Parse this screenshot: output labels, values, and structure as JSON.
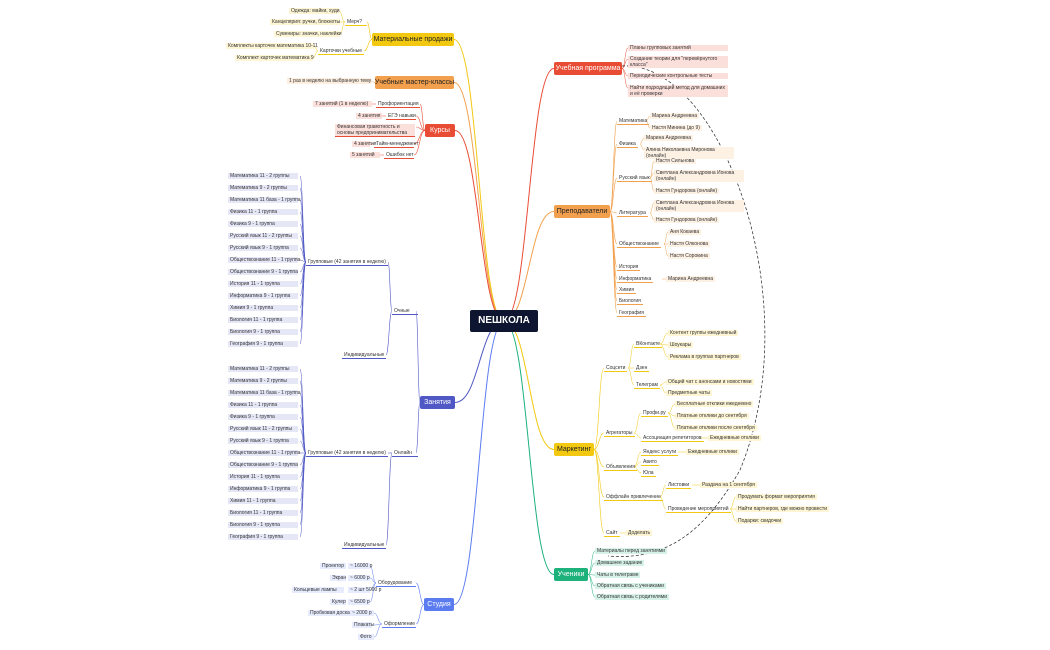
{
  "root": {
    "label": "NEШКОЛА"
  },
  "colors": {
    "root": "#0d1530",
    "materials": "#f2c811",
    "masterclass": "#f2a04d",
    "courses": "#e94c35",
    "classes": "#4f58c4",
    "studio": "#5a7cf0",
    "program": "#e94c35",
    "teachers": "#f2a04d",
    "marketing": "#f2c811",
    "students": "#1db17c"
  },
  "branches": {
    "materials": {
      "label": "Материальные продажи",
      "merch": {
        "label": "Мерч?",
        "items": [
          "Одежда: майки, худи",
          "Канцелярия: ручки, блокноты",
          "Сувениры: значки, наклейки"
        ]
      },
      "cards": {
        "label": "Карточки учебные",
        "items": [
          "Комплекты карточек математика 10-11",
          "Комплект карточек математика 9"
        ]
      }
    },
    "masterclass": {
      "label": "Учебные мастер-классы",
      "note": "1 раз в неделю на выбранную тему"
    },
    "courses": {
      "label": "Курсы",
      "items": [
        {
          "label": "Профориентация",
          "note": "7 занятий (1 в неделю)"
        },
        {
          "label": "ЕГЭ навыки",
          "note": "4 занятия"
        },
        {
          "label": "Финансовая грамотность и основы предпринимательства",
          "note": ""
        },
        {
          "label": "Тайм-менеджмент",
          "note": "4 занятия"
        },
        {
          "label": "Ошибок нет",
          "note": "5 занятий"
        }
      ]
    },
    "classes": {
      "label": "Занятия",
      "offline": {
        "label": "Очные",
        "group_label": "Групповые (42 занятия в неделю)",
        "groups": [
          "Математика 11 - 2 группы",
          "Математика 9 - 2 группы",
          "Математика 11 база - 1 группа",
          "Физика 11 - 1 группа",
          "Физика 9 - 1 группа",
          "Русский язык 11 - 2 группы",
          "Русский язык 9 - 1 группа",
          "Обществознание 11 - 1 группа",
          "Обществознание 9 - 1 группа",
          "История 11 - 1 группа",
          "Информатика 9 - 1 группа",
          "Химия 9 - 1 группа",
          "Биология 11 - 1 группа",
          "Биология 9 - 1 группа",
          "География 9 - 1 группа"
        ],
        "individual": "Индивидуальные"
      },
      "online": {
        "label": "Онлайн",
        "group_label": "Групповые (42 занятия в неделю)",
        "groups": [
          "Математика 11 - 2 группы",
          "Математика 9 - 2 группы",
          "Математика 11 база - 1 группа",
          "Физика 11 - 1 группа",
          "Физика 9 - 1 группа",
          "Русский язык 11 - 2 группы",
          "Русский язык 9 - 1 группа",
          "Обществознание 11 - 1 группа",
          "Обществознание 9 - 1 группа",
          "История 11 - 1 группа",
          "Информатика 9 - 1 группа",
          "Химия 11 - 1 группа",
          "Биология 11 - 1 группа",
          "Биология 9 - 1 группа",
          "География 9 - 1 группа"
        ],
        "individual": "Индивидуальные"
      }
    },
    "studio": {
      "label": "Студия",
      "equipment": {
        "label": "Оборудование",
        "items": [
          {
            "label": "Проектор",
            "value": "~ 16000 р"
          },
          {
            "label": "Экран",
            "value": "~ 6000 р"
          },
          {
            "label": "Кольцевые лампы",
            "value": "~ 2 шт 5000 р"
          },
          {
            "label": "Кулер",
            "value": "~ 6500 р"
          }
        ]
      },
      "decor": {
        "label": "Оформление",
        "items": [
          {
            "label": "Пробковая доска",
            "value": "~ 2000 р"
          },
          {
            "label": "Плакаты",
            "value": ""
          },
          {
            "label": "Фото",
            "value": ""
          }
        ]
      }
    },
    "program": {
      "label": "Учебная программа",
      "items": [
        "Планы групповых занятий",
        "Создание теории для \"перевёрнутого класса\"",
        "Периодические контрольные тесты",
        "Найти подходящий метод для домашних и её проверки"
      ]
    },
    "teachers": {
      "label": "Преподаватели",
      "subjects": [
        {
          "label": "Математика",
          "people": [
            "Марина Андреевна",
            "Настя Минина (до 9)"
          ]
        },
        {
          "label": "Физика",
          "people": [
            "Марина Андреевна",
            "Алина Николаевна Миронова (онлайн)"
          ]
        },
        {
          "label": "Русский язык",
          "people": [
            "Настя Сильнова",
            "Светлана Александровна Ионова (онлайн)",
            "Настя Гундорова (онлайн)"
          ]
        },
        {
          "label": "Литература",
          "people": [
            "Светлана Александровна Ионова (онлайн)",
            "Настя Гундорова (онлайн)"
          ]
        },
        {
          "label": "Обществознание",
          "people": [
            "Аня Кокаева",
            "Настя Олконова",
            "Настя Сорокина"
          ]
        },
        {
          "label": "История",
          "people": []
        },
        {
          "label": "Информатика",
          "people": [
            "Марина Андреевна"
          ]
        },
        {
          "label": "Химия",
          "people": []
        },
        {
          "label": "Биология",
          "people": []
        },
        {
          "label": "География",
          "people": []
        }
      ]
    },
    "marketing": {
      "label": "Маркетинг",
      "social": {
        "label": "Соцсети",
        "vk": {
          "label": "ВКонтакте",
          "items": [
            "Контент группы ежедневный",
            "Шоукары",
            "Реклама в группах партнеров"
          ]
        },
        "dzen": "Дзен",
        "telegram": {
          "label": "Телеграм",
          "items": [
            "Общий чат с анонсами и новостями",
            "Предметные чаты"
          ]
        }
      },
      "aggregators": {
        "label": "Агрегаторы",
        "profi": {
          "label": "Профи.ру",
          "items": [
            "Бесплатные отклики ежедневно",
            "Платные отклики до сентября",
            "Платные отклики после сентября"
          ]
        },
        "tutors": {
          "label": "Ассоциация репетиторов",
          "item": "Ежедневные отклики"
        }
      },
      "ads": {
        "label": "Объявления",
        "yandex": {
          "label": "Яндекс услуги",
          "item": "Ежедневные отклики"
        },
        "avito": "Авито",
        "yula": "Юла"
      },
      "offline": {
        "label": "Оффлайн привлечение",
        "flyers": {
          "label": "Листовки",
          "item": "Раздача на 1 сентября"
        },
        "events": {
          "label": "Проведение мероприятий",
          "items": [
            "Продумать формат мероприятия",
            "Найти партнеров, где можно провести",
            "Подарки: скидочки"
          ]
        }
      },
      "site": {
        "label": "Сайт",
        "item": "Доделать"
      }
    },
    "students": {
      "label": "Ученики",
      "items": [
        "Материалы перед занятиями",
        "Домашнее задание",
        "Чаты в телеграме",
        "Обратная связь с учениками",
        "Обратная связь с родителями"
      ]
    }
  }
}
